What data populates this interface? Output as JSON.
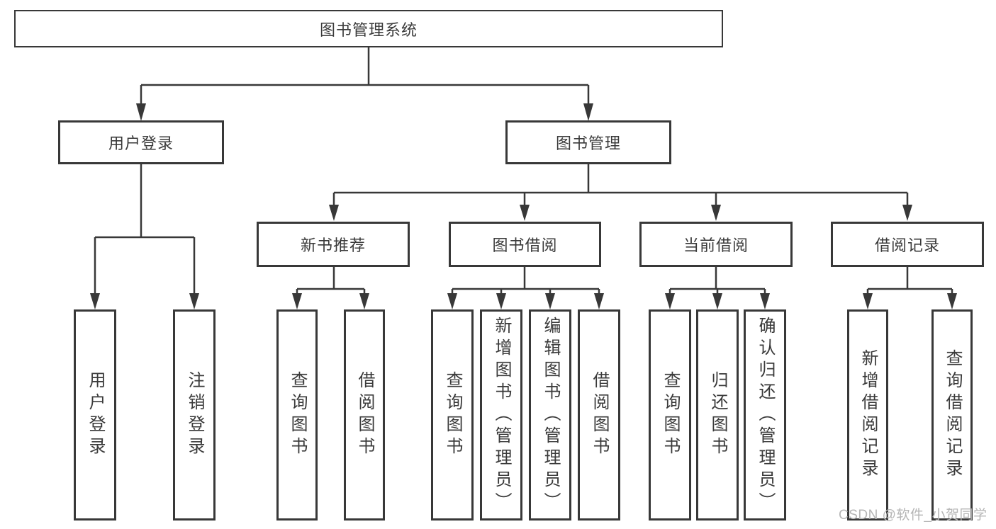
{
  "diagram": {
    "type": "functional-structure-tree",
    "root": {
      "label": "图书管理系统"
    },
    "branches": [
      {
        "label": "用户登录",
        "children": [
          {
            "label": "用户登录"
          },
          {
            "label": "注销登录"
          }
        ]
      },
      {
        "label": "图书管理",
        "children": [
          {
            "label": "新书推荐",
            "children": [
              {
                "label": "查询图书"
              },
              {
                "label": "借阅图书"
              }
            ]
          },
          {
            "label": "图书借阅",
            "children": [
              {
                "label": "查询图书"
              },
              {
                "label": "新增图书（管理员）"
              },
              {
                "label": "编辑图书（管理员）"
              },
              {
                "label": "借阅图书"
              }
            ]
          },
          {
            "label": "当前借阅",
            "children": [
              {
                "label": "查询图书"
              },
              {
                "label": "归还图书"
              },
              {
                "label": "确认归还（管理员）"
              }
            ]
          },
          {
            "label": "借阅记录",
            "children": [
              {
                "label": "新增借阅记录"
              },
              {
                "label": "查询借阅记录"
              }
            ]
          }
        ]
      }
    ],
    "colors": {
      "line": "#383838",
      "box_border": "#383838",
      "text": "#3a3a3a",
      "background": "#ffffff",
      "watermark": "#b5b5b5"
    }
  },
  "watermark": {
    "text": "CSDN @软件_小贺同学"
  }
}
